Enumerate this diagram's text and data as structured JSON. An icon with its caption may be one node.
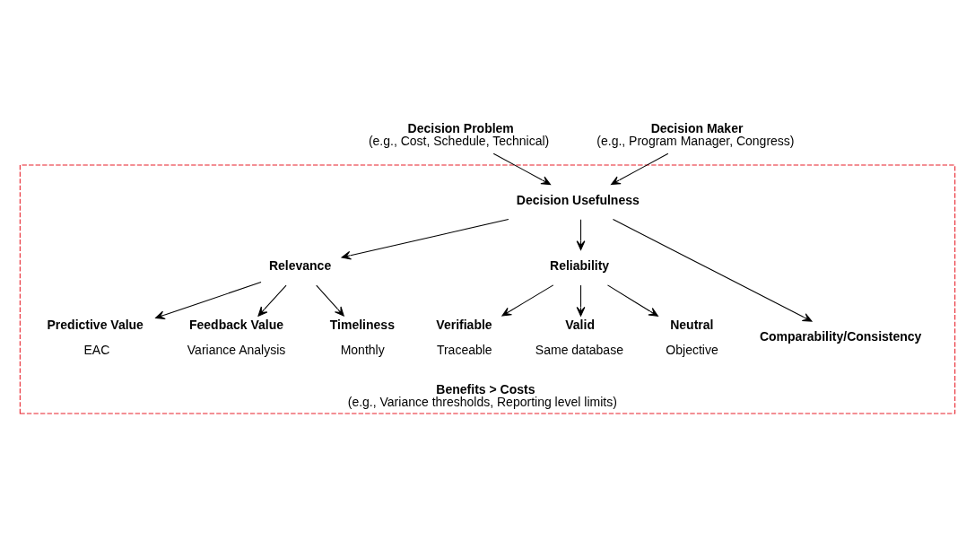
{
  "diagram": {
    "nodes": [
      {
        "text": [
          "Decision Problem",
          "(e.g., Cost, Schedule, Technical)"
        ]
      },
      {
        "text": [
          "Decision Maker",
          "(e.g., Program Manager, Congress)"
        ]
      },
      {
        "text": [
          "Benefits > Costs",
          "(e.g., Variance thresholds, Reporting level limits)"
        ]
      },
      {
        "text": [
          "Decision Usefulness"
        ],
        "in": 2
      },
      {
        "text": [
          "Relevance"
        ],
        "in": 2
      },
      {
        "text": [
          "Reliability"
        ],
        "in": 2
      },
      {
        "text": [
          "Comparability/Consistency"
        ],
        "in": 2
      },
      {
        "text": [
          "Predictive Value"
        ],
        "beside": [
          "EAC"
        ],
        "in": 2
      },
      {
        "text": [
          "Feedback Value"
        ],
        "beside": [
          "Variance Analysis"
        ],
        "in": 2
      },
      {
        "text": [
          "Timeliness"
        ],
        "beside": [
          "Monthly"
        ],
        "in": 2
      },
      {
        "text": [
          "Verifiable"
        ],
        "beside": [
          "Traceable"
        ],
        "in": 2
      },
      {
        "text": [
          "Valid"
        ],
        "beside": [
          "Same database"
        ],
        "in": 2
      },
      {
        "text": [
          "Neutral"
        ],
        "beside": [
          "Objective"
        ],
        "in": 2
      }
    ],
    "edges": [
      {
        "from": 0,
        "to": 3,
        "arrow": "to"
      },
      {
        "from": 1,
        "to": 3,
        "arrow": "to"
      },
      {
        "from": 3,
        "to": 4,
        "arrow": "to"
      },
      {
        "from": 3,
        "to": 6,
        "arrow": "to"
      },
      {
        "from": 3,
        "to": 5,
        "arrow": "to"
      },
      {
        "from": 4,
        "to": 7,
        "arrow": "to"
      },
      {
        "from": 4,
        "to": 8,
        "arrow": "to"
      },
      {
        "from": 4,
        "to": 9,
        "arrow": "to"
      },
      {
        "from": 5,
        "to": 10,
        "arrow": "to"
      },
      {
        "from": 5,
        "to": 11,
        "arrow": "to"
      },
      {
        "from": 5,
        "to": 12,
        "arrow": "to"
      }
    ]
  }
}
